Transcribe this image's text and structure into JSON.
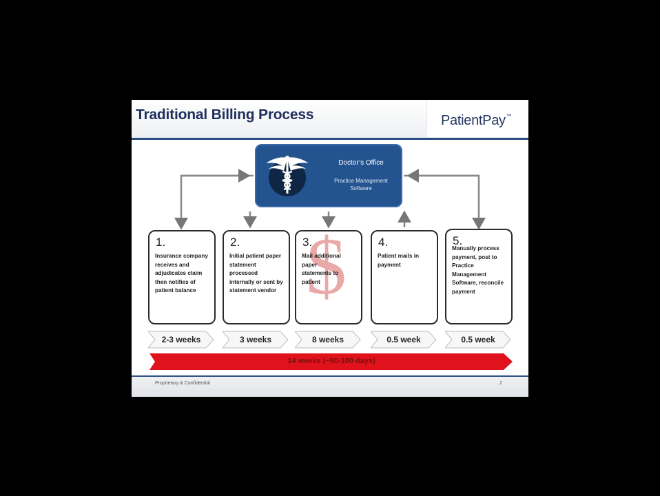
{
  "slide": {
    "title": "Traditional Billing Process",
    "logo": "PatientPay",
    "logo_mark": "™",
    "footer_left": "Proprietary & Confidential",
    "page_number": "2"
  },
  "office": {
    "title": "Doctor’s Office",
    "subtitle": "Practice Management Software",
    "icon": "caduceus-icon"
  },
  "steps": [
    {
      "number": "1.",
      "text": "Insurance company receives and adjudicates claim then notifies of patient balance",
      "duration": "2-3 weeks"
    },
    {
      "number": "2.",
      "text": "Initial patient paper statement processed internally or sent by statement vendor",
      "duration": "3 weeks"
    },
    {
      "number": "3.",
      "text": "Mail additional paper statements to patient",
      "duration": "8 weeks",
      "background_icon": "dollar-sign"
    },
    {
      "number": "4.",
      "text": "Patient mails in payment",
      "duration": "0.5 week"
    },
    {
      "number": "5.",
      "text": "Manually process payment, post to Practice Management Software, reconcile payment",
      "duration": "0.5 week"
    }
  ],
  "total": {
    "label": "14 weeks (~90-100 days)"
  },
  "colors": {
    "title": "#1f2f5e",
    "office_box": "#24548f",
    "rule": "#2d4f86",
    "total_bar": "#e0121b",
    "dollar": "#e9a9a9"
  }
}
